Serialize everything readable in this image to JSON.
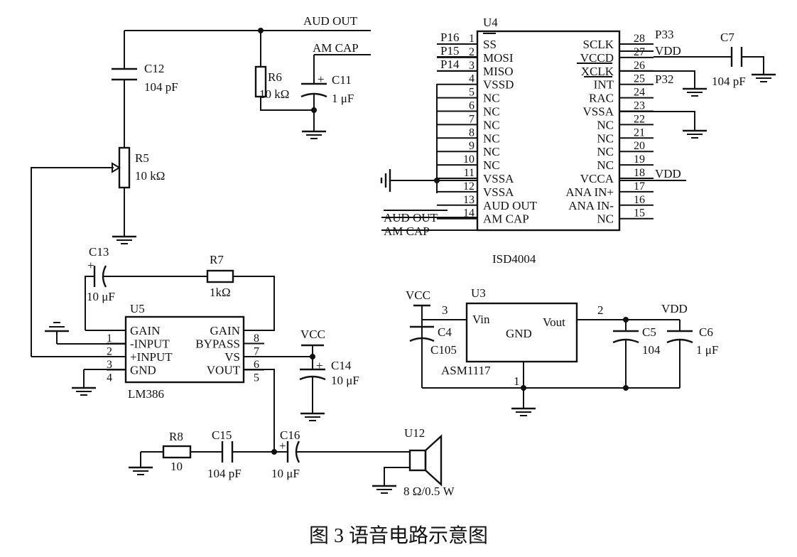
{
  "caption": "图 3  语音电路示意图",
  "nets": {
    "aud_out": "AUD OUT",
    "am_cap": "AM CAP",
    "vcc": "VCC",
    "vdd": "VDD",
    "p33": "P33",
    "p32": "P32",
    "p16": "P16",
    "p15": "P15",
    "p14": "P14"
  },
  "u4": {
    "ref": "U4",
    "part": "ISD4004",
    "left_pins": [
      {
        "num": "1",
        "name": "SS"
      },
      {
        "num": "2",
        "name": "MOSI"
      },
      {
        "num": "3",
        "name": "MISO"
      },
      {
        "num": "4",
        "name": "VSSD"
      },
      {
        "num": "5",
        "name": "NC"
      },
      {
        "num": "6",
        "name": "NC"
      },
      {
        "num": "7",
        "name": "NC"
      },
      {
        "num": "8",
        "name": "NC"
      },
      {
        "num": "9",
        "name": "NC"
      },
      {
        "num": "10",
        "name": "NC"
      },
      {
        "num": "11",
        "name": "VSSA"
      },
      {
        "num": "12",
        "name": "VSSA"
      },
      {
        "num": "13",
        "name": "AUD OUT"
      },
      {
        "num": "14",
        "name": "AM CAP"
      }
    ],
    "right_pins": [
      {
        "num": "28",
        "name": "SCLK"
      },
      {
        "num": "27",
        "name": "VCCD"
      },
      {
        "num": "26",
        "name": "XCLK"
      },
      {
        "num": "25",
        "name": "INT"
      },
      {
        "num": "24",
        "name": "RAC"
      },
      {
        "num": "23",
        "name": "VSSA"
      },
      {
        "num": "22",
        "name": "NC"
      },
      {
        "num": "21",
        "name": "NC"
      },
      {
        "num": "20",
        "name": "NC"
      },
      {
        "num": "19",
        "name": "NC"
      },
      {
        "num": "18",
        "name": "VCCA"
      },
      {
        "num": "17",
        "name": "ANA IN+"
      },
      {
        "num": "16",
        "name": "ANA IN-"
      },
      {
        "num": "15",
        "name": "NC"
      }
    ]
  },
  "u5": {
    "ref": "U5",
    "part": "LM386",
    "left_pins": [
      {
        "num": "1",
        "name": "GAIN"
      },
      {
        "num": "2",
        "name": "-INPUT"
      },
      {
        "num": "3",
        "name": "+INPUT"
      },
      {
        "num": "4",
        "name": "GND"
      }
    ],
    "right_pins": [
      {
        "num": "8",
        "name": "GAIN"
      },
      {
        "num": "7",
        "name": "BYPASS"
      },
      {
        "num": "6",
        "name": "VS"
      },
      {
        "num": "5",
        "name": "VOUT"
      }
    ]
  },
  "u3": {
    "ref": "U3",
    "part": "ASM1117",
    "vin": "Vin",
    "vout": "Vout",
    "gnd": "GND",
    "pin_in": "3",
    "pin_out": "2",
    "pin_gnd": "1"
  },
  "u12": {
    "ref": "U12",
    "value": "8 Ω/0.5 W"
  },
  "components": {
    "c12": {
      "ref": "C12",
      "value": "104 pF"
    },
    "r6": {
      "ref": "R6",
      "value": "10 kΩ"
    },
    "c11": {
      "ref": "C11",
      "value": "1 μF"
    },
    "r5": {
      "ref": "R5",
      "value": "10 kΩ"
    },
    "c7": {
      "ref": "C7",
      "value": "104 pF"
    },
    "c13": {
      "ref": "C13",
      "value": "10 μF"
    },
    "r7": {
      "ref": "R7",
      "value": "1kΩ"
    },
    "c14": {
      "ref": "C14",
      "value": "10 μF"
    },
    "r8": {
      "ref": "R8",
      "value": "10"
    },
    "c15": {
      "ref": "C15",
      "value": "104 pF"
    },
    "c16": {
      "ref": "C16",
      "value": "10 μF"
    },
    "c4": {
      "ref": "C4",
      "value": "C105"
    },
    "c5": {
      "ref": "C5",
      "value": "104"
    },
    "c6": {
      "ref": "C6",
      "value": "1 μF"
    }
  },
  "polarity_mark": "+"
}
